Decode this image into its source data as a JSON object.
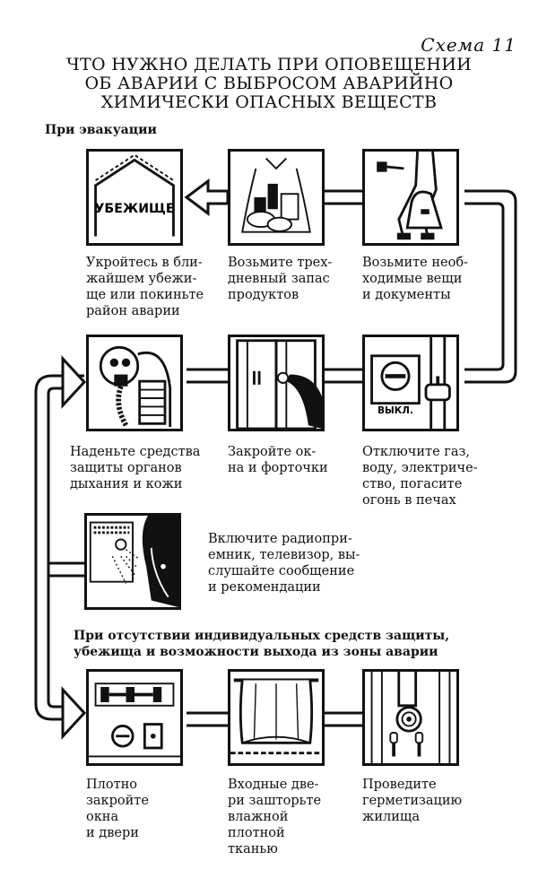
{
  "scheme_label": "Схема 11",
  "title_lines": [
    "ЧТО НУЖНО ДЕЛАТЬ ПРИ ОПОВЕЩЕНИИ",
    "ОБ АВАРИИ С ВЫБРОСОМ АВАРИЙНО",
    "ХИМИЧЕСКИ  ОПАСНЫХ ВЕЩЕСТВ"
  ],
  "section_evacuation": "При эвакуации",
  "section_no_protection": [
    "При отсутствии индивидуальных средств защиты,",
    "убежища и возможности выхода из зоны аварии"
  ],
  "steps": {
    "shelter": {
      "sign_text": "УБЕЖИЩЕ",
      "caption": "Укройтесь в бли-\nжайшем убежи-\nще или покиньте\nрайон аварии"
    },
    "food": {
      "caption": "Возьмите трех-\nдневный запас\nпродуктов"
    },
    "belongings": {
      "caption": "Возьмите необ-\nходимые вещи\nи документы"
    },
    "protective_gear": {
      "caption": "Наденьте средства\nзащиты органов\nдыхания и кожи"
    },
    "windows": {
      "caption": "Закройте ок-\nна и форточки"
    },
    "utilities": {
      "switch_text": "ВЫКЛ.",
      "caption": "Отключите газ,\nводу, электриче-\nство, погасите\nогонь в печах"
    },
    "radio": {
      "caption": "Включите радиопри-\nемник, телевизор, вы-\nслушайте сообщение\nи рекомендации"
    },
    "seal_doors": {
      "caption": "Плотно\nзакройте\nокна\nи двери"
    },
    "curtain_door": {
      "caption": "Входные две-\nри зашторьте\nвлажной\nплотной\nтканью"
    },
    "seal_home": {
      "caption": "Проведите\nгерметизацию\nжилища"
    }
  },
  "colors": {
    "ink": "#111111",
    "paper": "#ffffff"
  }
}
